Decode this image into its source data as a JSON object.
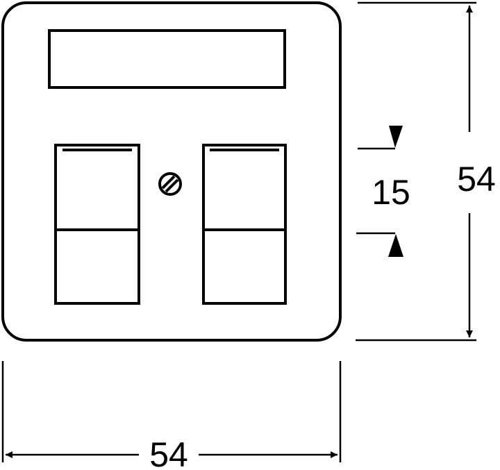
{
  "dimensions": {
    "height": "54",
    "width": "54",
    "port_spacing": "15"
  },
  "colors": {
    "stroke": "#000000",
    "background": "#ffffff"
  }
}
